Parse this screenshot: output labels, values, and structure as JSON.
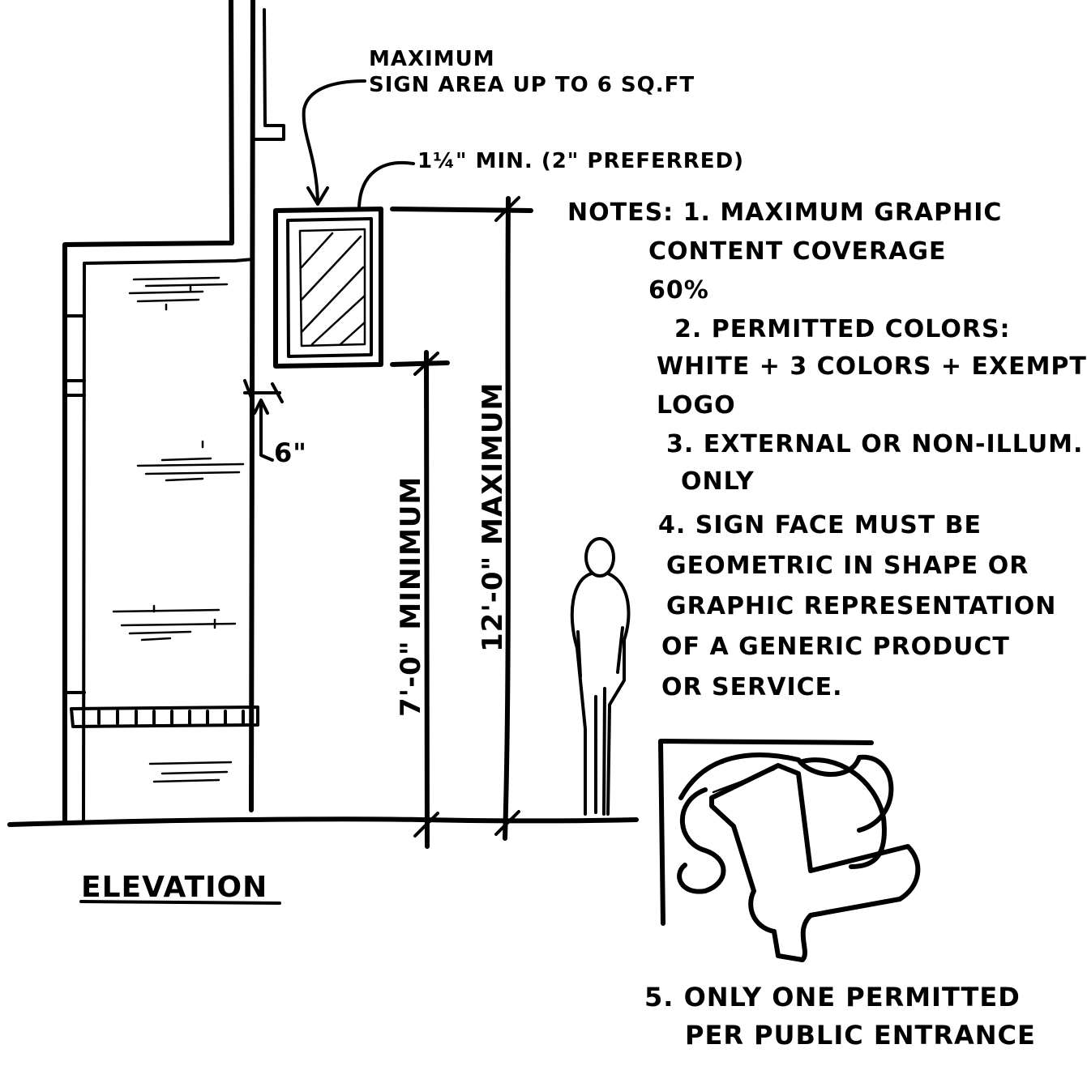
{
  "labels": {
    "max_sign_area": [
      "MAXIMUM",
      "SIGN AREA UP TO 6 SQ.FT"
    ],
    "frame_depth": "1¼\" MIN. (2\" PREFERRED)",
    "projection": "6\"",
    "clearance_max": "12'-0\" MAXIMUM",
    "clearance_min": "7'-0\" MINIMUM",
    "view_title": "ELEVATION"
  },
  "notes": [
    "NOTES: 1. MAXIMUM GRAPHIC",
    "CONTENT COVERAGE",
    "60%",
    "2. PERMITTED COLORS:",
    "WHITE + 3 COLORS + EXEMPT",
    "LOGO",
    "3. EXTERNAL OR NON-ILLUM.",
    "ONLY",
    "4. SIGN FACE MUST BE",
    "GEOMETRIC IN SHAPE OR",
    "GRAPHIC REPRESENTATION",
    "OF A GENERIC PRODUCT",
    "OR SERVICE."
  ],
  "note_5": [
    "5. ONLY ONE PERMITTED",
    "PER PUBLIC ENTRANCE"
  ]
}
